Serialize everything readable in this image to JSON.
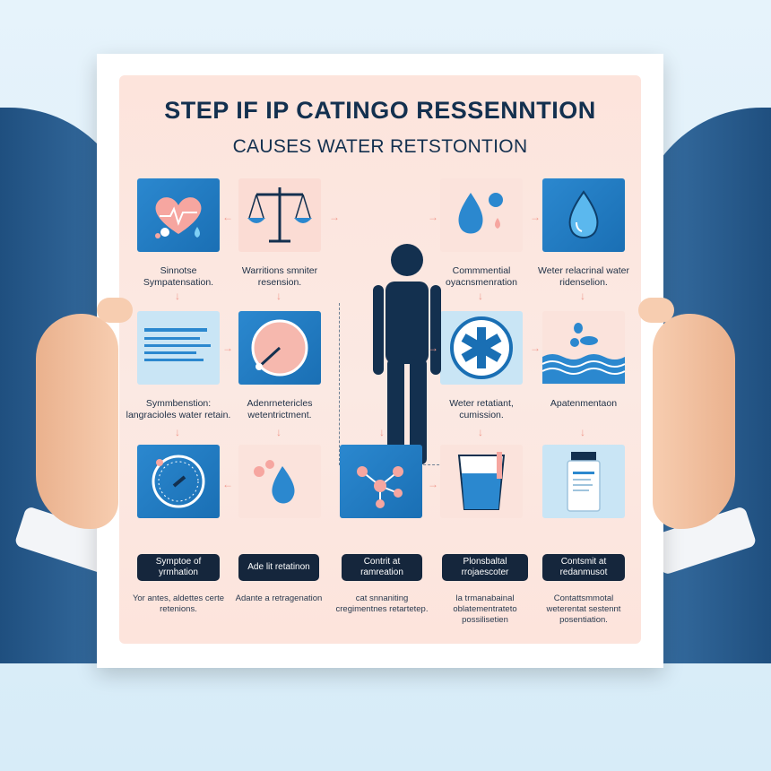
{
  "title": "STEP IF IP CATINGO RESSENNTION",
  "subtitle": "CAUSES WATER RETSTONTION",
  "row1": [
    {
      "icon": "heart-icon",
      "caption": "Sinnotse Sympatensation."
    },
    {
      "icon": "scale-icon",
      "caption": "Warritions smniter resension."
    },
    {
      "icon": "water-drop-icon",
      "caption": "Commmential oyacnsmenration"
    },
    {
      "icon": "water-drop-icon",
      "caption": "Weter relacrinal water ridenselion."
    }
  ],
  "row2": [
    {
      "icon": "document-lines-icon",
      "caption": "Symmbenstion: langracioles water retain."
    },
    {
      "icon": "gauge-icon",
      "caption": "Adenrnetericles wetentrictment."
    },
    {
      "icon": "medical-star-icon",
      "caption": "Weter retatiant, cumission."
    },
    {
      "icon": "waves-icon",
      "caption": "Apatenmentaon"
    }
  ],
  "row3": [
    {
      "icon": "clock-icon"
    },
    {
      "icon": "water-drop-icon"
    },
    {
      "icon": "molecule-icon"
    },
    {
      "icon": "glass-of-water-icon"
    },
    {
      "icon": "medicine-bottle-icon"
    }
  ],
  "pills": [
    {
      "label": "Symptoe of yrmhation",
      "desc": "Yor antes, aldettes certe retenions."
    },
    {
      "label": "Ade lit retatinon",
      "desc": "Adante a retragenation"
    },
    {
      "label": "Contrit at ramreation",
      "desc": "cat snnaniting cregimentnes retartetep."
    },
    {
      "label": "Plonsbaltal rrojaescoter",
      "desc": "la trmanabainal oblatementrateto possilisetien"
    },
    {
      "label": "Contsmit at redanmusot",
      "desc": "Contattsmmotal weterentat sestennt posentiation."
    }
  ],
  "figure_icon": "person-icon",
  "colors": {
    "accent_blue": "#1a6fb4",
    "navy": "#13304f",
    "pink_bg": "#fde4dc",
    "arrow": "#f19b8f"
  }
}
